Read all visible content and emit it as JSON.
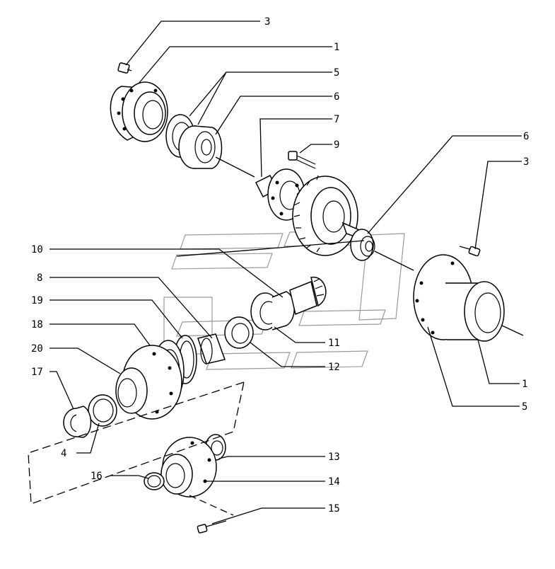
{
  "callouts": [
    {
      "id": "c3a",
      "text": "3"
    },
    {
      "id": "c1a",
      "text": "1"
    },
    {
      "id": "c5a",
      "text": "5"
    },
    {
      "id": "c6a",
      "text": "6"
    },
    {
      "id": "c7",
      "text": "7"
    },
    {
      "id": "c9",
      "text": "9"
    },
    {
      "id": "c6b",
      "text": "6"
    },
    {
      "id": "c3b",
      "text": "3"
    },
    {
      "id": "c10",
      "text": "10"
    },
    {
      "id": "c8",
      "text": "8"
    },
    {
      "id": "c19",
      "text": "19"
    },
    {
      "id": "c18",
      "text": "18"
    },
    {
      "id": "c20",
      "text": "20"
    },
    {
      "id": "c17",
      "text": "17"
    },
    {
      "id": "c4",
      "text": "4"
    },
    {
      "id": "c16",
      "text": "16"
    },
    {
      "id": "c11",
      "text": "11"
    },
    {
      "id": "c12",
      "text": "12"
    },
    {
      "id": "c1b",
      "text": "1"
    },
    {
      "id": "c5b",
      "text": "5"
    },
    {
      "id": "c13",
      "text": "13"
    },
    {
      "id": "c14",
      "text": "14"
    },
    {
      "id": "c15",
      "text": "15"
    }
  ]
}
